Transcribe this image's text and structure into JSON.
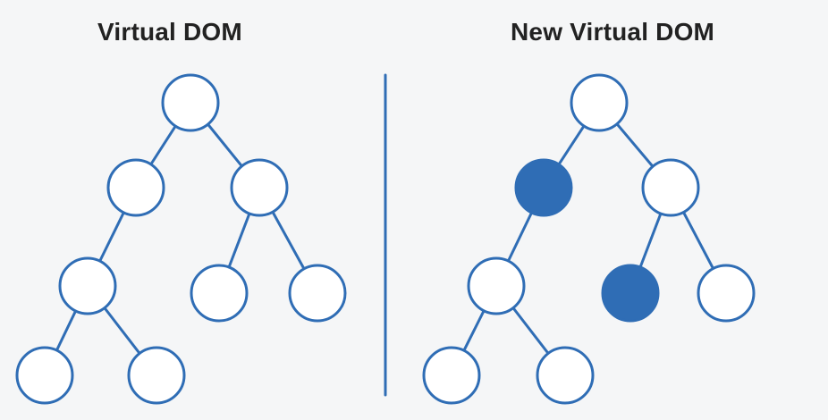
{
  "colors": {
    "background": "#f5f6f7",
    "stroke": "#2f6db5",
    "node_fill": "#ffffff",
    "changed_fill": "#2f6db5",
    "divider": "#2f6db5",
    "title_text": "#222222"
  },
  "left_tree": {
    "title": "Virtual DOM",
    "nodes": [
      {
        "id": "root",
        "changed": false
      },
      {
        "id": "l1",
        "changed": false
      },
      {
        "id": "r1",
        "changed": false
      },
      {
        "id": "ll2",
        "changed": false
      },
      {
        "id": "rl2",
        "changed": false
      },
      {
        "id": "rr2",
        "changed": false
      },
      {
        "id": "lll3",
        "changed": false
      },
      {
        "id": "llr3",
        "changed": false
      }
    ],
    "edges": [
      [
        "root",
        "l1"
      ],
      [
        "root",
        "r1"
      ],
      [
        "l1",
        "ll2"
      ],
      [
        "r1",
        "rl2"
      ],
      [
        "r1",
        "rr2"
      ],
      [
        "ll2",
        "lll3"
      ],
      [
        "ll2",
        "llr3"
      ]
    ]
  },
  "right_tree": {
    "title": "New Virtual DOM",
    "nodes": [
      {
        "id": "root",
        "changed": false
      },
      {
        "id": "l1",
        "changed": true
      },
      {
        "id": "r1",
        "changed": false
      },
      {
        "id": "ll2",
        "changed": false
      },
      {
        "id": "rl2",
        "changed": true
      },
      {
        "id": "rr2",
        "changed": false
      },
      {
        "id": "lll3",
        "changed": false
      },
      {
        "id": "llr3",
        "changed": false
      }
    ],
    "edges": [
      [
        "root",
        "l1"
      ],
      [
        "root",
        "r1"
      ],
      [
        "l1",
        "ll2"
      ],
      [
        "r1",
        "rl2"
      ],
      [
        "r1",
        "rr2"
      ],
      [
        "ll2",
        "lll3"
      ],
      [
        "ll2",
        "llr3"
      ]
    ]
  }
}
